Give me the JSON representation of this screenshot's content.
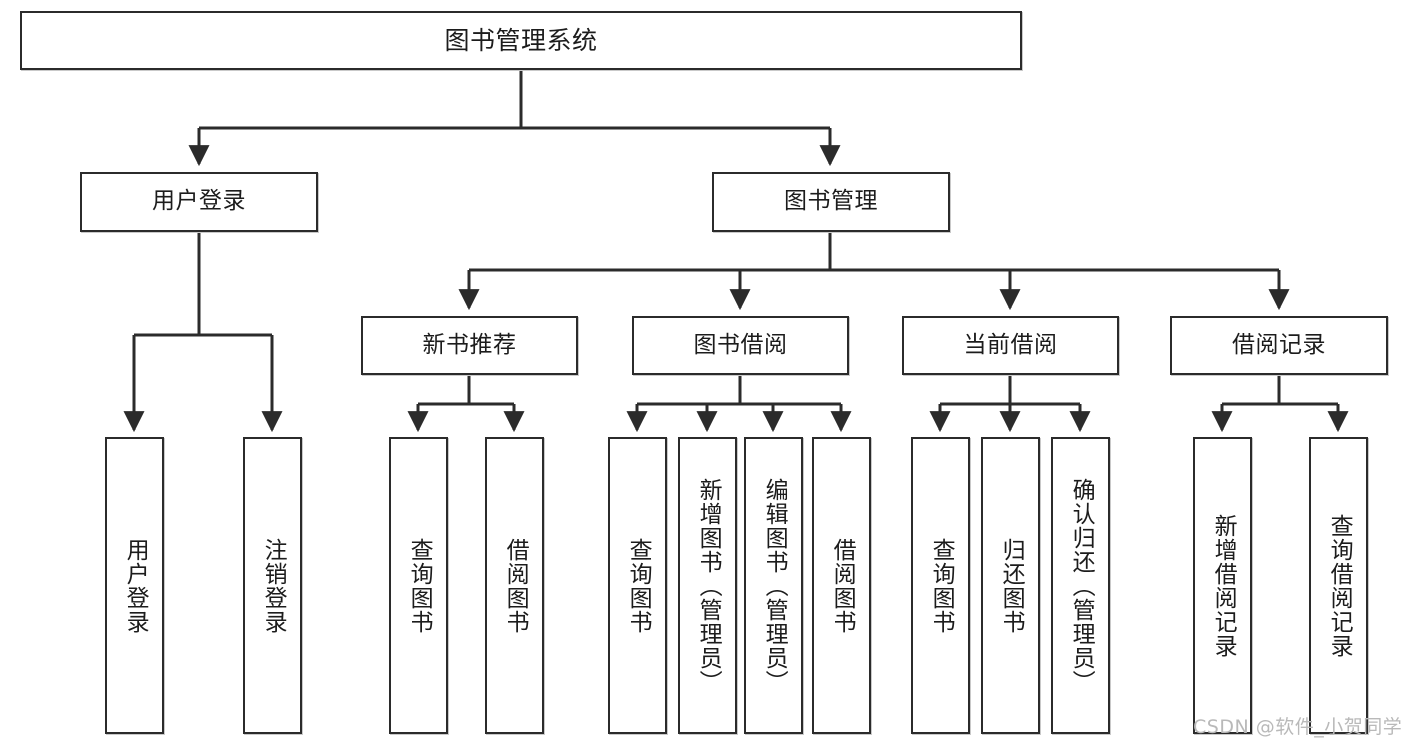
{
  "diagram": {
    "type": "tree-hierarchy-chart",
    "title": "图书管理系统",
    "stroke_color": "#2b2b2b",
    "background_color": "#ffffff",
    "text_color": "#1c1c1c",
    "nodes": {
      "root": {
        "label": "图书管理系统",
        "orientation": "horizontal"
      },
      "level1": [
        {
          "id": "user-login",
          "label": "用户登录",
          "orientation": "horizontal"
        },
        {
          "id": "book-management",
          "label": "图书管理",
          "orientation": "horizontal"
        }
      ],
      "level2": [
        {
          "id": "new-book-recommend",
          "label": "新书推荐",
          "orientation": "horizontal",
          "parent": "book-management"
        },
        {
          "id": "book-borrow",
          "label": "图书借阅",
          "orientation": "horizontal",
          "parent": "book-management"
        },
        {
          "id": "current-borrow",
          "label": "当前借阅",
          "orientation": "horizontal",
          "parent": "book-management"
        },
        {
          "id": "borrow-record",
          "label": "借阅记录",
          "orientation": "horizontal",
          "parent": "book-management"
        }
      ],
      "leaves": [
        {
          "id": "leaf-user-login",
          "label": "用户登录",
          "orientation": "vertical",
          "parent": "user-login"
        },
        {
          "id": "leaf-logout-login",
          "label": "注销登录",
          "orientation": "vertical",
          "parent": "user-login"
        },
        {
          "id": "leaf-query-book-1",
          "label": "查询图书",
          "orientation": "vertical",
          "parent": "new-book-recommend"
        },
        {
          "id": "leaf-borrow-book-1",
          "label": "借阅图书",
          "orientation": "vertical",
          "parent": "new-book-recommend"
        },
        {
          "id": "leaf-query-book-2",
          "label": "查询图书",
          "orientation": "vertical",
          "parent": "book-borrow"
        },
        {
          "id": "leaf-add-book",
          "label": "新增图书（管理员）",
          "orientation": "vertical",
          "parent": "book-borrow"
        },
        {
          "id": "leaf-edit-book",
          "label": "编辑图书（管理员）",
          "orientation": "vertical",
          "parent": "book-borrow"
        },
        {
          "id": "leaf-borrow-book-2",
          "label": "借阅图书",
          "orientation": "vertical",
          "parent": "book-borrow"
        },
        {
          "id": "leaf-query-book-3",
          "label": "查询图书",
          "orientation": "vertical",
          "parent": "current-borrow"
        },
        {
          "id": "leaf-return-book",
          "label": "归还图书",
          "orientation": "vertical",
          "parent": "current-borrow"
        },
        {
          "id": "leaf-confirm-return",
          "label": "确认归还（管理员）",
          "orientation": "vertical",
          "parent": "current-borrow"
        },
        {
          "id": "leaf-add-record",
          "label": "新增借阅记录",
          "orientation": "vertical",
          "parent": "borrow-record"
        },
        {
          "id": "leaf-query-record",
          "label": "查询借阅记录",
          "orientation": "vertical",
          "parent": "borrow-record"
        }
      ]
    }
  },
  "watermark": {
    "text": "CSDN @软件_小贺同学"
  }
}
